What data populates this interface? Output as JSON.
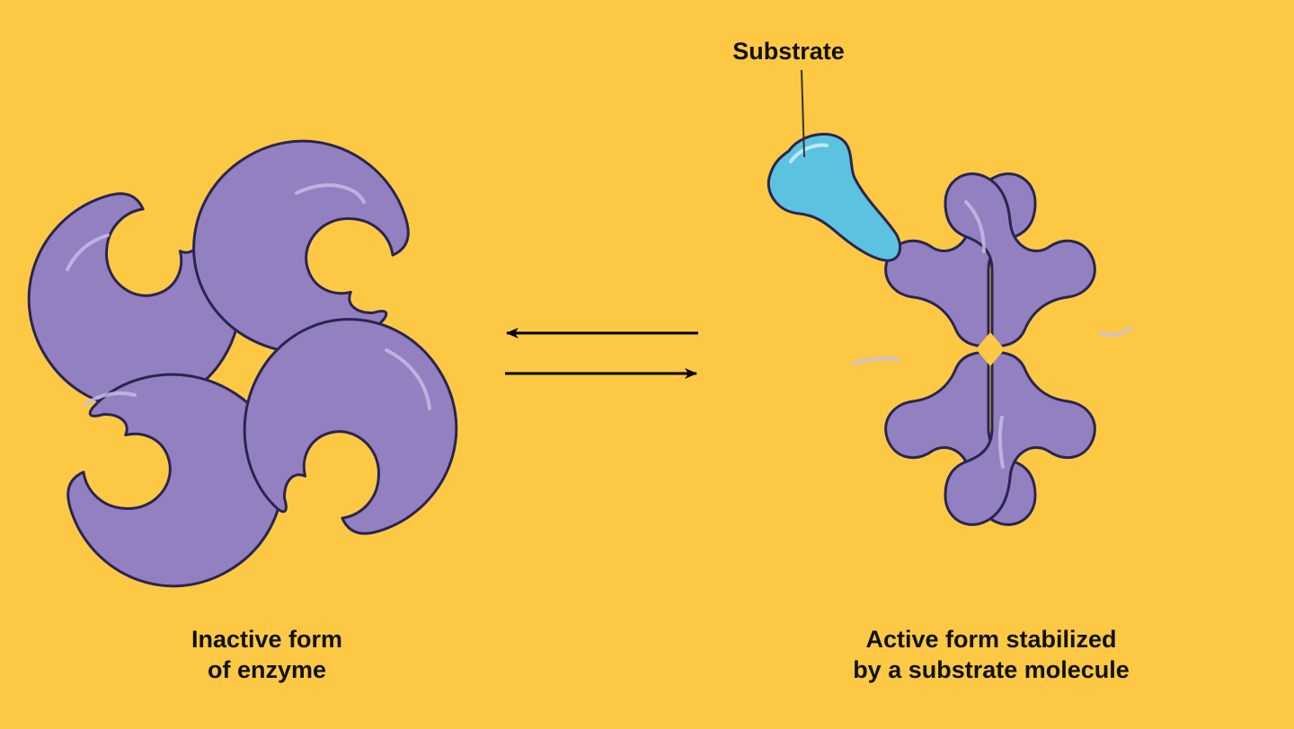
{
  "labels": {
    "substrate": "Substrate",
    "inactive_line1": "Inactive form",
    "inactive_line2": "of enzyme",
    "active_line1": "Active form stabilized",
    "active_line2": "by a substrate molecule"
  },
  "colors": {
    "background": "#FDC944",
    "enzyme": "#9380C0",
    "substrate": "#5BC3DF",
    "outline": "#2A2450"
  },
  "equilibrium_arrows": [
    "arrow-left",
    "arrow-right"
  ]
}
